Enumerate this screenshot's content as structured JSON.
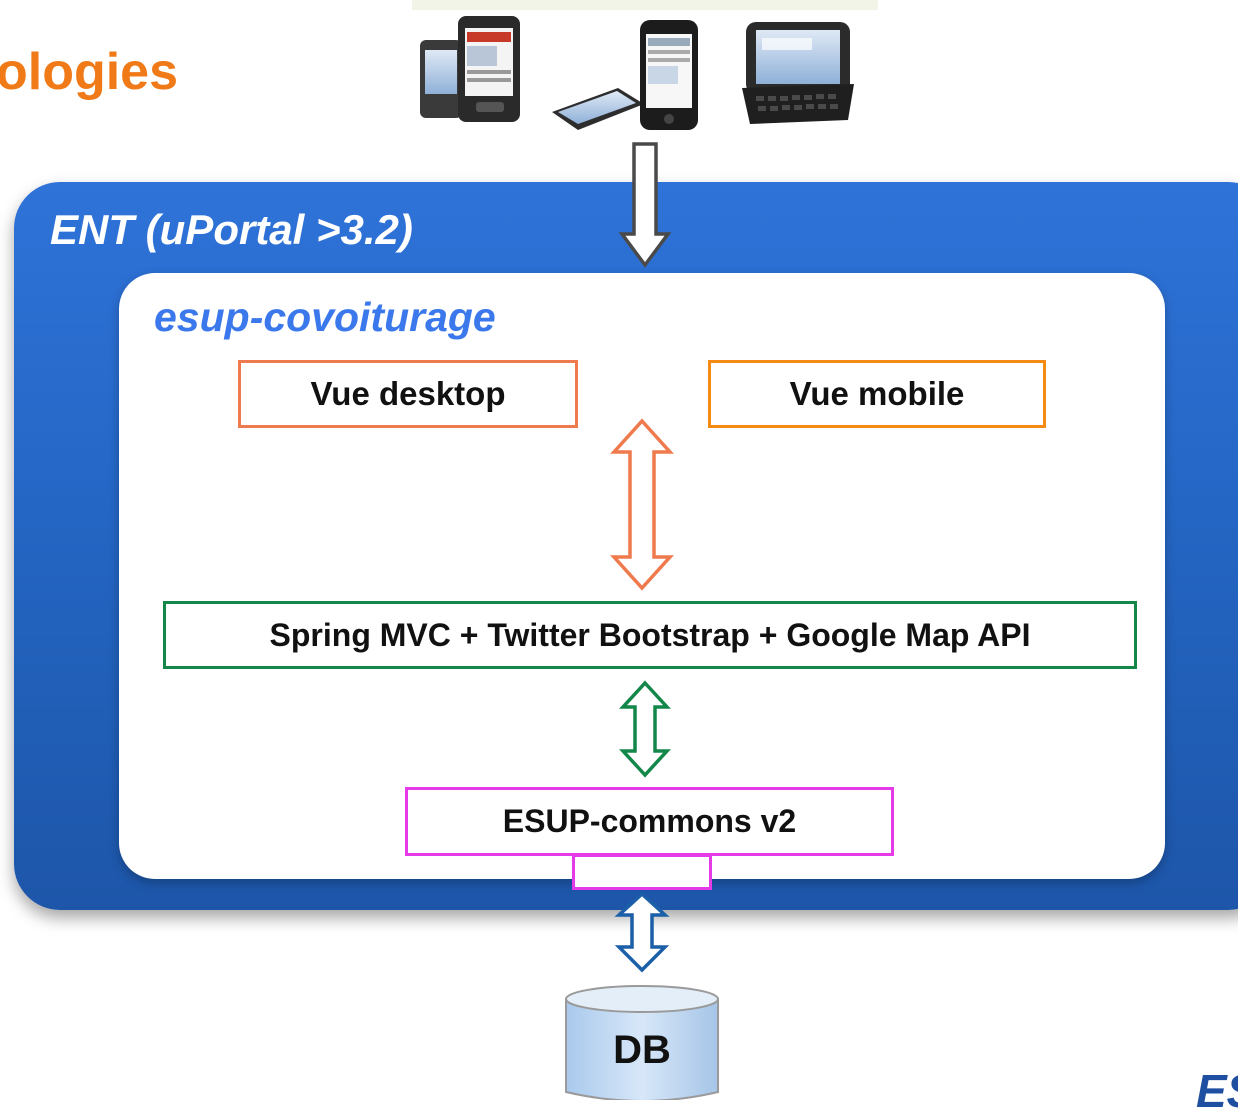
{
  "slide": {
    "title": "ologies",
    "logo_text": "ES"
  },
  "devices": {
    "icon": "mobile-devices-photo",
    "items": [
      "smartphone-slider",
      "smartphone-touch",
      "smartphone-qwerty"
    ]
  },
  "ent": {
    "label": "ENT (uPortal >3.2)"
  },
  "app": {
    "label": "esup-covoiturage"
  },
  "boxes": {
    "desktop": "Vue desktop",
    "mobile": "Vue mobile",
    "spring": "Spring MVC + Twitter Bootstrap + Google Map API",
    "esup_commons": "ESUP-commons v2",
    "db": "DB"
  },
  "colors": {
    "title_orange": "#f07a18",
    "ent_blue": "#2466c4",
    "app_label_blue": "#3a78ec",
    "desktop_border": "#ef7a4d",
    "mobile_border": "#f58a14",
    "spring_border": "#13864a",
    "esup_border": "#e43ae8",
    "db_arrow": "#1b5fa8"
  }
}
